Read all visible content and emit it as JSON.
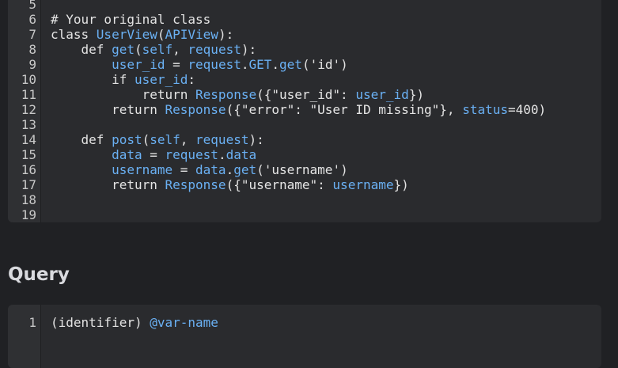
{
  "code_editor": {
    "lines": [
      {
        "n": "5",
        "tokens": []
      },
      {
        "n": "6",
        "tokens": [
          {
            "t": "# Your original class",
            "k": "cm"
          }
        ]
      },
      {
        "n": "7",
        "tokens": [
          {
            "t": "class ",
            "k": "kw"
          },
          {
            "t": "UserView",
            "k": "id"
          },
          {
            "t": "(",
            "k": "pl"
          },
          {
            "t": "APIView",
            "k": "id"
          },
          {
            "t": "):",
            "k": "pl"
          }
        ]
      },
      {
        "n": "8",
        "tokens": [
          {
            "t": "    def ",
            "k": "kw"
          },
          {
            "t": "get",
            "k": "id"
          },
          {
            "t": "(",
            "k": "pl"
          },
          {
            "t": "self",
            "k": "id"
          },
          {
            "t": ", ",
            "k": "pl"
          },
          {
            "t": "request",
            "k": "id"
          },
          {
            "t": "):",
            "k": "pl"
          }
        ]
      },
      {
        "n": "9",
        "tokens": [
          {
            "t": "        ",
            "k": "pl"
          },
          {
            "t": "user_id",
            "k": "id"
          },
          {
            "t": " = ",
            "k": "pl"
          },
          {
            "t": "request",
            "k": "id"
          },
          {
            "t": ".",
            "k": "pl"
          },
          {
            "t": "GET",
            "k": "id"
          },
          {
            "t": ".",
            "k": "pl"
          },
          {
            "t": "get",
            "k": "id"
          },
          {
            "t": "('id')",
            "k": "st"
          }
        ]
      },
      {
        "n": "10",
        "tokens": [
          {
            "t": "        if ",
            "k": "kw"
          },
          {
            "t": "user_id",
            "k": "id"
          },
          {
            "t": ":",
            "k": "pl"
          }
        ]
      },
      {
        "n": "11",
        "tokens": [
          {
            "t": "            return ",
            "k": "kw"
          },
          {
            "t": "Response",
            "k": "id"
          },
          {
            "t": "({\"user_id\": ",
            "k": "st"
          },
          {
            "t": "user_id",
            "k": "id"
          },
          {
            "t": "})",
            "k": "pl"
          }
        ]
      },
      {
        "n": "12",
        "tokens": [
          {
            "t": "        return ",
            "k": "kw"
          },
          {
            "t": "Response",
            "k": "id"
          },
          {
            "t": "({\"error\": \"User ID missing\"}, ",
            "k": "st"
          },
          {
            "t": "status",
            "k": "id"
          },
          {
            "t": "=400)",
            "k": "pl"
          }
        ]
      },
      {
        "n": "13",
        "tokens": []
      },
      {
        "n": "14",
        "tokens": [
          {
            "t": "    def ",
            "k": "kw"
          },
          {
            "t": "post",
            "k": "id"
          },
          {
            "t": "(",
            "k": "pl"
          },
          {
            "t": "self",
            "k": "id"
          },
          {
            "t": ", ",
            "k": "pl"
          },
          {
            "t": "request",
            "k": "id"
          },
          {
            "t": "):",
            "k": "pl"
          }
        ]
      },
      {
        "n": "15",
        "tokens": [
          {
            "t": "        ",
            "k": "pl"
          },
          {
            "t": "data",
            "k": "id"
          },
          {
            "t": " = ",
            "k": "pl"
          },
          {
            "t": "request",
            "k": "id"
          },
          {
            "t": ".",
            "k": "pl"
          },
          {
            "t": "data",
            "k": "id"
          }
        ]
      },
      {
        "n": "16",
        "tokens": [
          {
            "t": "        ",
            "k": "pl"
          },
          {
            "t": "username",
            "k": "id"
          },
          {
            "t": " = ",
            "k": "pl"
          },
          {
            "t": "data",
            "k": "id"
          },
          {
            "t": ".",
            "k": "pl"
          },
          {
            "t": "get",
            "k": "id"
          },
          {
            "t": "('username')",
            "k": "st"
          }
        ]
      },
      {
        "n": "17",
        "tokens": [
          {
            "t": "        return ",
            "k": "kw"
          },
          {
            "t": "Response",
            "k": "id"
          },
          {
            "t": "({\"username\": ",
            "k": "st"
          },
          {
            "t": "username",
            "k": "id"
          },
          {
            "t": "})",
            "k": "pl"
          }
        ]
      },
      {
        "n": "18",
        "tokens": []
      },
      {
        "n": "19",
        "tokens": []
      }
    ]
  },
  "query_section": {
    "title": "Query",
    "lines": [
      {
        "n": "1",
        "tokens": [
          {
            "t": "(identifier) ",
            "k": "pl"
          },
          {
            "t": "@var-name",
            "k": "id"
          }
        ]
      }
    ]
  },
  "colors": {
    "background": "#202124",
    "panel": "#2a2b2e",
    "identifier": "#6ab0f3",
    "text": "#e4e4e4"
  }
}
